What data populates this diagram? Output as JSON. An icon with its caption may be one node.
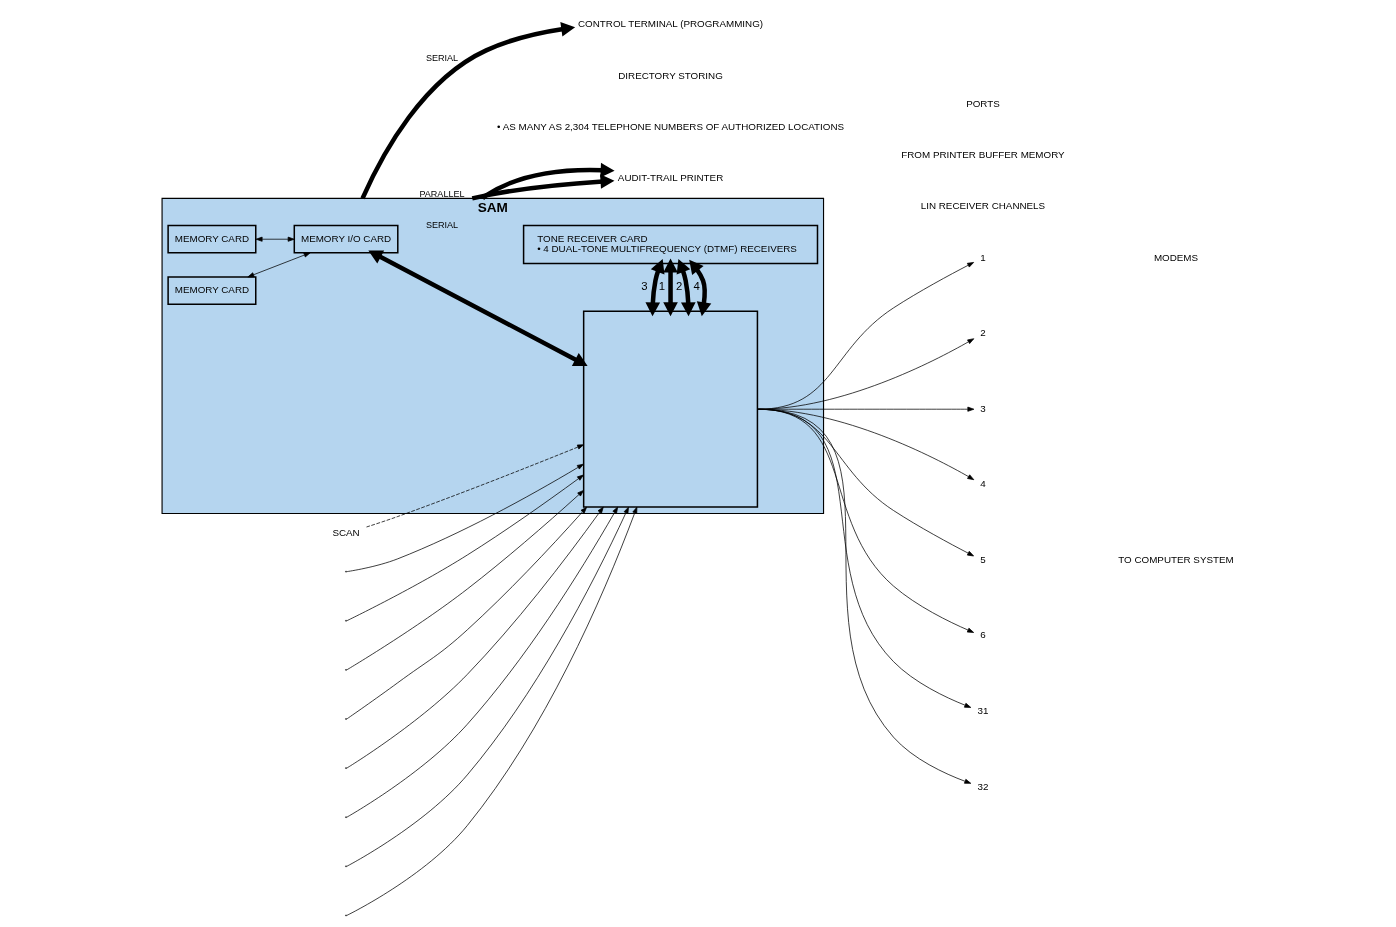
{
  "diagram": {
    "nodes": [
      {
        "text": [
          "SAM"
        ]
      },
      {
        "text": [
          "MEMORY CARD"
        ],
        "in": 0
      },
      {
        "text": [
          "MEMORY CARD"
        ],
        "in": 0
      },
      {
        "text": [
          "MEMORY I/O CARD"
        ],
        "in": 0
      },
      {
        "text": [],
        "shape": "box",
        "in": 0
      },
      {
        "text": [
          "TONE RECEIVER CARD",
          "• 4 DUAL-TONE MULTIFREQUENCY (DTMF) RECEIVERS"
        ],
        "in": 0
      },
      {
        "text": [
          "1"
        ]
      },
      {
        "text": [
          "2"
        ]
      },
      {
        "text": [
          "3"
        ]
      },
      {
        "text": [
          "4"
        ]
      },
      {
        "text": [
          "5"
        ]
      },
      {
        "text": [
          "6"
        ]
      },
      {
        "text": [
          "31"
        ]
      },
      {
        "text": [
          "32"
        ]
      },
      {
        "text": [
          "AUDIT-TRAIL PRINTER"
        ]
      },
      {
        "text": [
          "CONTROL TERMINAL (PROGRAMMING)"
        ]
      },
      {
        "text": [
          "SCAN"
        ]
      }
    ],
    "edges": [
      {
        "from": 1,
        "to": 3,
        "arrow": "both"
      },
      {
        "from": 2,
        "to": 3,
        "arrow": "both"
      },
      {
        "from": 3,
        "to": 4,
        "arrow": "both",
        "style": "thick"
      },
      {
        "from": 16,
        "to": 4,
        "arrow": "to",
        "style": "dashed"
      },
      {
        "from": null,
        "to": 4,
        "arrow": "to"
      },
      {
        "from": null,
        "to": 4,
        "arrow": "to"
      },
      {
        "from": null,
        "to": 4,
        "arrow": "to"
      },
      {
        "from": null,
        "to": 4,
        "arrow": "to"
      },
      {
        "from": null,
        "to": 4,
        "arrow": "to"
      },
      {
        "from": null,
        "to": 4,
        "arrow": "to"
      },
      {
        "from": null,
        "to": 4,
        "arrow": "to"
      },
      {
        "from": null,
        "to": 4,
        "arrow": "to"
      },
      {
        "from": 4,
        "to": 6,
        "arrow": "to"
      },
      {
        "from": 4,
        "to": 7,
        "arrow": "to"
      },
      {
        "from": 4,
        "to": 8,
        "arrow": "to"
      },
      {
        "from": 4,
        "to": 9,
        "arrow": "to"
      },
      {
        "from": 4,
        "to": 10,
        "arrow": "to"
      },
      {
        "from": 4,
        "to": 11,
        "arrow": "to"
      },
      {
        "from": 4,
        "to": 12,
        "arrow": "to"
      },
      {
        "from": 4,
        "to": 13,
        "arrow": "to"
      },
      {
        "from": 4,
        "to": 5,
        "arrow": "both",
        "style": "thick",
        "label": "1"
      },
      {
        "from": 4,
        "to": 5,
        "arrow": "both",
        "style": "thick",
        "label": "2"
      },
      {
        "from": 4,
        "to": 5,
        "arrow": "both",
        "style": "thick",
        "label": "3"
      },
      {
        "from": 4,
        "to": 5,
        "arrow": "both",
        "style": "thick",
        "label": "4"
      },
      {
        "from": 0,
        "to": 14,
        "arrow": "to",
        "style": "thick",
        "label": "PARALLEL"
      },
      {
        "from": 0,
        "to": 14,
        "arrow": "to",
        "style": "thick",
        "label": "SERIAL"
      },
      {
        "from": 0,
        "to": 15,
        "arrow": "to",
        "style": "thick",
        "label": "SERIAL"
      }
    ],
    "labels": [
      "DIRECTORY STORING",
      "• AS MANY AS 2,304 TELEPHONE NUMBERS OF AUTHORIZED LOCATIONS",
      "LIN RECEIVER CHANNELS",
      "MODEMS",
      "TO COMPUTER SYSTEM",
      "PORTS",
      "FROM PRINTER BUFFER MEMORY"
    ]
  }
}
